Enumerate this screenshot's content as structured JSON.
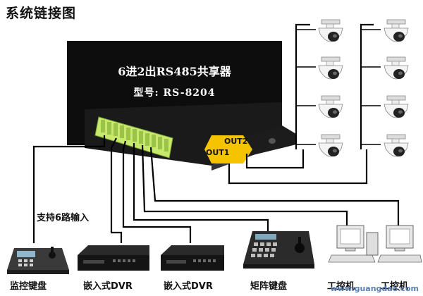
{
  "title": "系统链接图",
  "device": {
    "heading": "6进2出RS485共享器",
    "model": "型号: RS-8204",
    "out2": "OUT2",
    "out1": "OUT1"
  },
  "input_caption": "支持6路输入",
  "peripherals": [
    {
      "label": "监控键盘",
      "icon": "control-keyboard-icon"
    },
    {
      "label": "嵌入式DVR",
      "icon": "dvr-icon"
    },
    {
      "label": "嵌入式DVR",
      "icon": "dvr-icon"
    },
    {
      "label": "矩阵键盘",
      "icon": "matrix-keyboard-icon"
    },
    {
      "label": "工控机",
      "icon": "pc-icon"
    },
    {
      "label": "工控机",
      "icon": "pc-icon"
    }
  ],
  "cameras": {
    "icon": "dome-camera-icon",
    "count": 8
  },
  "watermark": "www.guangdao.com",
  "colors": {
    "highlight": "#f5c400",
    "device": "#0d0d0d",
    "terminal": "#c8e96b",
    "wire": "#000000"
  }
}
